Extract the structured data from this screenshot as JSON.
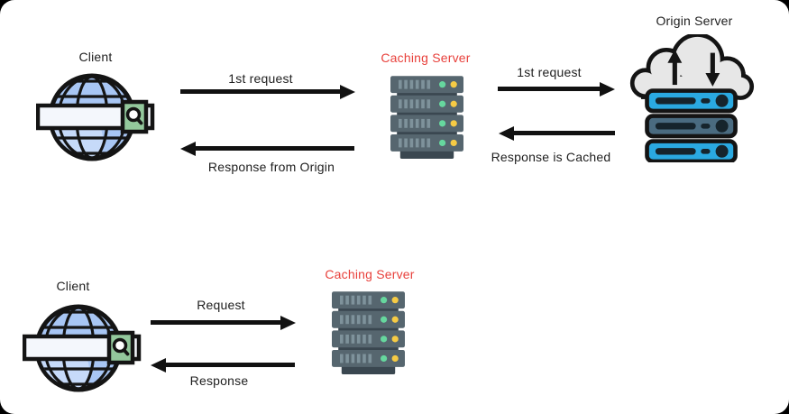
{
  "title": "Caching Server Diagram",
  "palette": {
    "background": "#000000",
    "panel": "#ffffff",
    "label_text": "#1e1e1e",
    "caching_label_red": "#e8413c",
    "arrow_black": "#111111",
    "globe_blue": "#a8c6f4",
    "globe_highlight": "#c6daf9",
    "search_button_green": "#93c89c",
    "search_bar_white": "#f4f7fc",
    "rack_slate": "#56666f",
    "rack_dark": "#3a4750",
    "rack_slot": "#7e929b",
    "led_green": "#66d79e",
    "led_yellow": "#f6cb45",
    "cloud_gray": "#e7e7e7",
    "origin_blue": "#2aa9e1",
    "origin_steel": "#4a6b80",
    "origin_inner_dark": "#16242c"
  },
  "icons": {
    "client": "globe-with-search-bar-icon",
    "caching_server": "server-rack-icon",
    "origin_server": "cloud-servers-icon"
  },
  "top_flow": {
    "client_label": "Client",
    "caching_server_label": "Caching Server",
    "origin_server_label": "Origin Server",
    "request_to_cache_label": "1st request",
    "request_to_origin_label": "1st request",
    "response_to_cache_label": "Response is Cached",
    "response_to_client_label": "Response from Origin"
  },
  "bottom_flow": {
    "client_label": "Client",
    "caching_server_label": "Caching Server",
    "request_label": "Request",
    "response_label": "Response"
  }
}
